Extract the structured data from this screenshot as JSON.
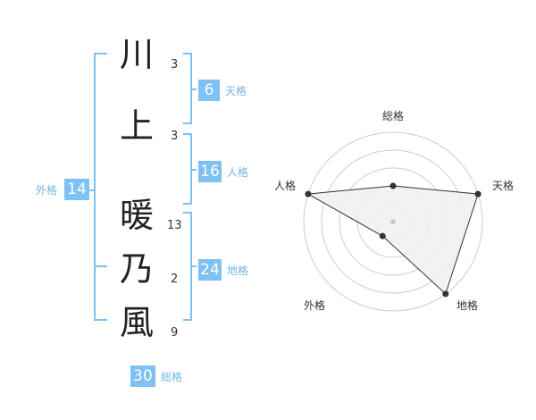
{
  "name": {
    "characters": [
      {
        "char": "川",
        "strokes": "3"
      },
      {
        "char": "上",
        "strokes": "3"
      },
      {
        "char": "暖",
        "strokes": "13"
      },
      {
        "char": "乃",
        "strokes": "2"
      },
      {
        "char": "風",
        "strokes": "9"
      }
    ]
  },
  "fortune": {
    "tenkaku": {
      "value": "6",
      "label": "天格"
    },
    "jinkaku": {
      "value": "16",
      "label": "人格"
    },
    "chikaku": {
      "value": "24",
      "label": "地格"
    },
    "gaikaku": {
      "value": "14",
      "label": "外格"
    },
    "soukaku": {
      "value": "30",
      "label": "総格"
    }
  },
  "radar": {
    "axes": [
      "総格",
      "天格",
      "地格",
      "外格",
      "人格"
    ],
    "values": [
      2,
      5,
      5,
      1,
      5
    ],
    "max": 5,
    "bracket_color": "#7ec1f2",
    "fill_color": "#f0f0f0",
    "line_color": "#333333"
  }
}
